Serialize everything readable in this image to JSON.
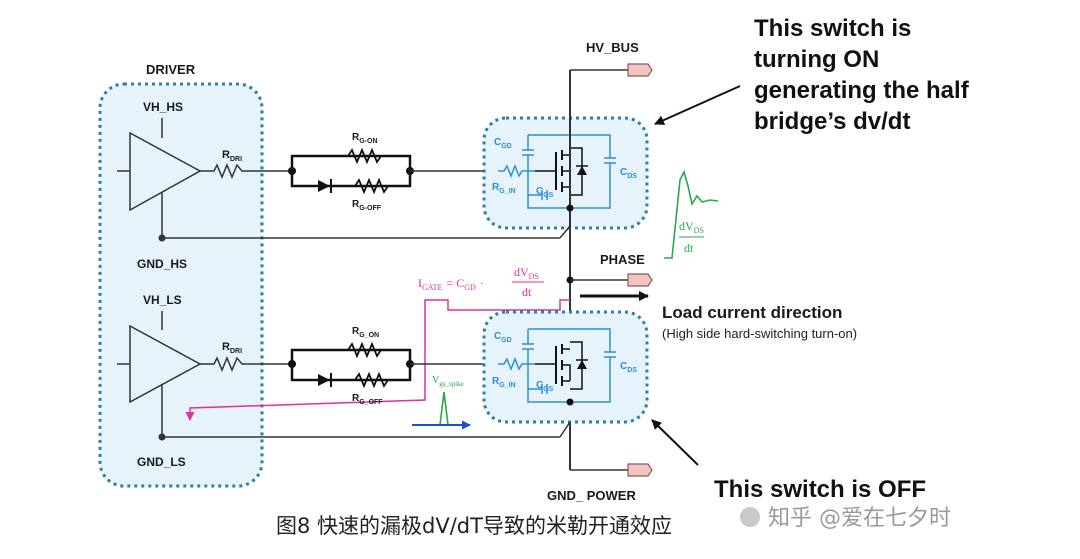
{
  "driver": {
    "title": "DRIVER",
    "vh_hs": "VH_HS",
    "gnd_hs": "GND_HS",
    "vh_ls": "VH_LS",
    "gnd_ls": "GND_LS",
    "rdri": "R",
    "rdri_sub": "DRI"
  },
  "gate_network": {
    "rg_on": "R",
    "rg_on_sub": "G-ON",
    "rg_off": "R",
    "rg_off_sub": "G-OFF",
    "rg_on_ls_sub": "G_ON",
    "rg_off_ls_sub": "G_OFF"
  },
  "mosfet": {
    "cgd": "C",
    "cgd_sub": "GD",
    "cgs": "C",
    "cgs_sub": "GS",
    "cds": "C",
    "cds_sub": "DS",
    "rgin": "R",
    "rgin_sub": "G_IN"
  },
  "nodes": {
    "hv_bus": "HV_BUS",
    "phase": "PHASE",
    "gnd_power": "GND_ POWER"
  },
  "annotations": {
    "top_note_lines": [
      "This switch is",
      "turning ON",
      "generating the half",
      "bridge’s dv/dt"
    ],
    "bottom_note": "This switch is OFF",
    "load_title": "Load current direction",
    "load_sub": "(High side hard-switching turn-on)",
    "igate": "I",
    "igate_sub": "GATE",
    "igate_eq": "= C",
    "igate_cgd_sub": "GD",
    "dv": "dV",
    "dv_sub": "DS",
    "dt": "dt",
    "vgs_spike": "V",
    "vgs_spike_sub": "gs_spike"
  },
  "caption": "图8 快速的漏极dV/dT导致的米勒开通效应",
  "watermark": "知乎 @爱在七夕时",
  "colors": {
    "box_fill": "#e6f3fb",
    "box_border": "#2d7fa8",
    "cap_blue": "#2b8fd6",
    "pink": "#e0309a",
    "green": "#2aa84a",
    "wire": "#333333"
  }
}
